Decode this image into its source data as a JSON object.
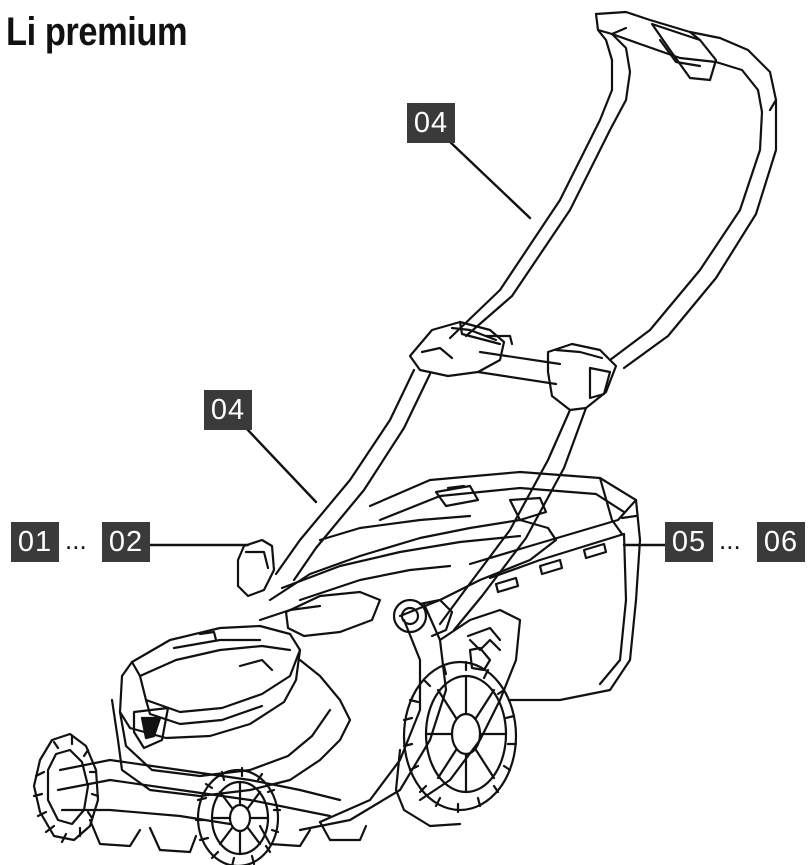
{
  "title": "Li premium",
  "colors": {
    "label_bg": "#3a3a3a",
    "label_text": "#ffffff",
    "line": "#111111"
  },
  "callouts": [
    {
      "id": "top_handle",
      "text": "04"
    },
    {
      "id": "lower_handle",
      "text": "04"
    },
    {
      "id": "left_start",
      "text": "01"
    },
    {
      "id": "left_end",
      "text": "02"
    },
    {
      "id": "right_start",
      "text": "05"
    },
    {
      "id": "right_end",
      "text": "06"
    }
  ],
  "range_separator": "..."
}
